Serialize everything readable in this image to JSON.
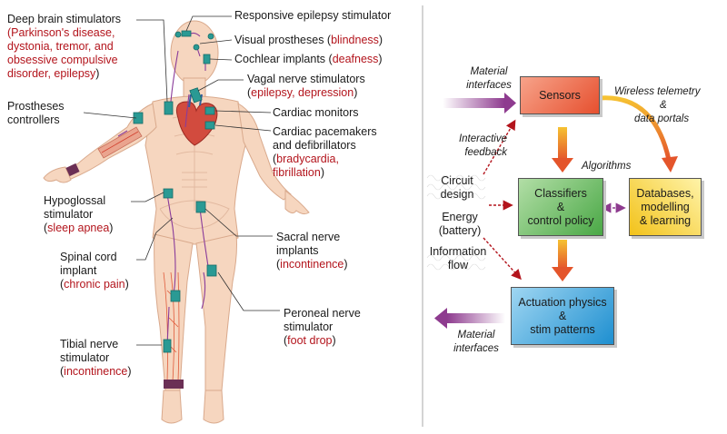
{
  "left_panel": {
    "labels": {
      "deep_brain_title": "Deep brain stimulators",
      "deep_brain_cond_1": "(Parkinson's disease,",
      "deep_brain_cond_2": "dystonia, tremor, and",
      "deep_brain_cond_3": "obsessive compulsive",
      "deep_brain_cond_4": "disorder, epilepsy",
      "deep_brain_close": ")",
      "prostheses_1": "Prostheses",
      "prostheses_2": "controllers",
      "hypoglossal_1": "Hypoglossal",
      "hypoglossal_2": "stimulator",
      "hypoglossal_open": "(",
      "hypoglossal_cond": "sleep apnea",
      "hypoglossal_close": ")",
      "spinal_1": "Spinal cord",
      "spinal_2": "implant",
      "spinal_open": "(",
      "spinal_cond": "chronic pain",
      "spinal_close": ")",
      "tibial_1": "Tibial nerve",
      "tibial_2": "stimulator",
      "tibial_open": "(",
      "tibial_cond": "incontinence",
      "tibial_close": ")",
      "responsive": "Responsive epilepsy stimulator",
      "visual_title": "Visual prostheses (",
      "visual_cond": "blindness",
      "visual_close": ")",
      "cochlear_title": "Cochlear implants (",
      "cochlear_cond": "deafness",
      "cochlear_close": ")",
      "vagal_title": "Vagal nerve stimulators",
      "vagal_open": "(",
      "vagal_cond": "epilepsy, depression",
      "vagal_close": ")",
      "cardiac_monitors": "Cardiac monitors",
      "pacemakers_1": "Cardiac pacemakers",
      "pacemakers_2": "and defibrillators",
      "pacemakers_open": "(",
      "pacemakers_cond_1": "bradycardia,",
      "pacemakers_cond_2": "fibrillation",
      "pacemakers_close": ")",
      "sacral_1": "Sacral nerve",
      "sacral_2": "implants",
      "sacral_open": "(",
      "sacral_cond": "incontinence",
      "sacral_close": ")",
      "peroneal_1": "Peroneal nerve",
      "peroneal_2": "stimulator",
      "peroneal_open": "(",
      "peroneal_cond": "foot drop",
      "peroneal_close": ")"
    }
  },
  "right_panel": {
    "nodes": {
      "sensors": "Sensors",
      "classifiers_1": "Classifiers",
      "classifiers_2": "&",
      "classifiers_3": "control policy",
      "databases_1": "Databases,",
      "databases_2": "modelling",
      "databases_3": "& learning",
      "actuation_1": "Actuation physics",
      "actuation_2": "&",
      "actuation_3": "stim patterns"
    },
    "labels": {
      "material_in_1": "Material",
      "material_in_2": "interfaces",
      "material_out_1": "Material",
      "material_out_2": "interfaces",
      "wireless_1": "Wireless telemetry",
      "wireless_2": "&",
      "wireless_3": "data portals",
      "interactive_1": "Interactive",
      "interactive_2": "feedback",
      "algorithms": "Algorithms",
      "circuit_1": "Circuit",
      "circuit_2": "design",
      "energy_1": "Energy",
      "energy_2": "(battery)",
      "information_1": "Information",
      "information_2": "flow"
    }
  },
  "colors": {
    "condition_red": "#b3141c",
    "sensors_fill": "#ee6f4c",
    "classifiers_fill": "#77c26d",
    "databases_fill": "#f6d33a",
    "actuation_fill": "#42a8dc",
    "material_arrow": "#8e3b8f",
    "dashed_arrow": "#b3141c",
    "gradient_arrow_top": "#f5b52b",
    "gradient_arrow_bottom": "#e4552b",
    "skin": "#f6d6bf",
    "implant": "#2a9a94"
  }
}
